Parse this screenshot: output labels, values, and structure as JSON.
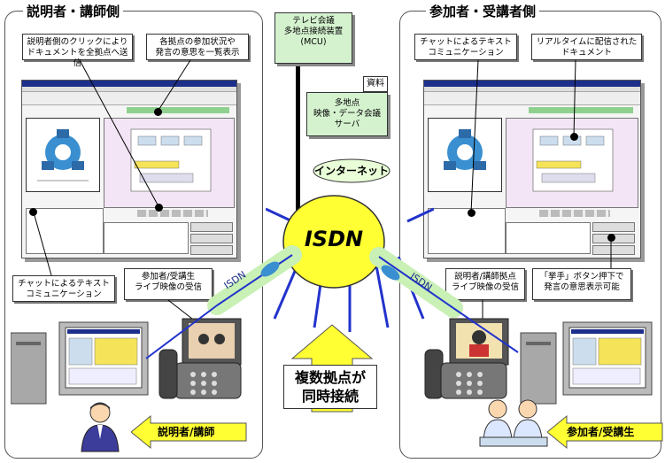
{
  "left_panel": {
    "title": "説明者・講師側",
    "callout_click": [
      "説明者側のクリックにより",
      "ドキュメントを全拠点へ送信"
    ],
    "callout_status": [
      "各拠点の参加状況や",
      "発言の意思を一覧表示"
    ],
    "callout_chat": [
      "チャットによるテキスト",
      "コミュニケーション"
    ],
    "callout_video": [
      "参加者/受講生",
      "ライブ映像の受信"
    ],
    "arrow_label": "説明者/講師"
  },
  "right_panel": {
    "title": "参加者・受講者側",
    "callout_chat": [
      "チャットによるテキスト",
      "コミュニケーション"
    ],
    "callout_doc": [
      "リアルタイムに配信された",
      "ドキュメント"
    ],
    "callout_video": [
      "説明者/講師拠点",
      "ライブ映像の受信"
    ],
    "callout_raise": [
      "「挙手」ボタン押下で",
      "発言の意思表示可能"
    ],
    "arrow_label": "参加者/受講生"
  },
  "center": {
    "mcu_box": [
      "テレビ会議",
      "多地点接続装置",
      "(MCU)"
    ],
    "server_box": [
      "多地点",
      "映像・データ会議",
      "サーバ"
    ],
    "doc_tag": "資料",
    "internet_label": "インターネット",
    "isdn_label": "ISDN",
    "isdn_tube_left": "ISDN",
    "isdn_tube_right": "ISDN",
    "bottom_label": [
      "複数拠点が",
      "同時接続"
    ]
  },
  "colors": {
    "accent_yellow": "#ffff33",
    "mcu_green": "#d5f2cf",
    "tube_green": "#c9f0b5",
    "line_blue": "#2233cc",
    "window_titlebar": "#1d2f8a"
  }
}
